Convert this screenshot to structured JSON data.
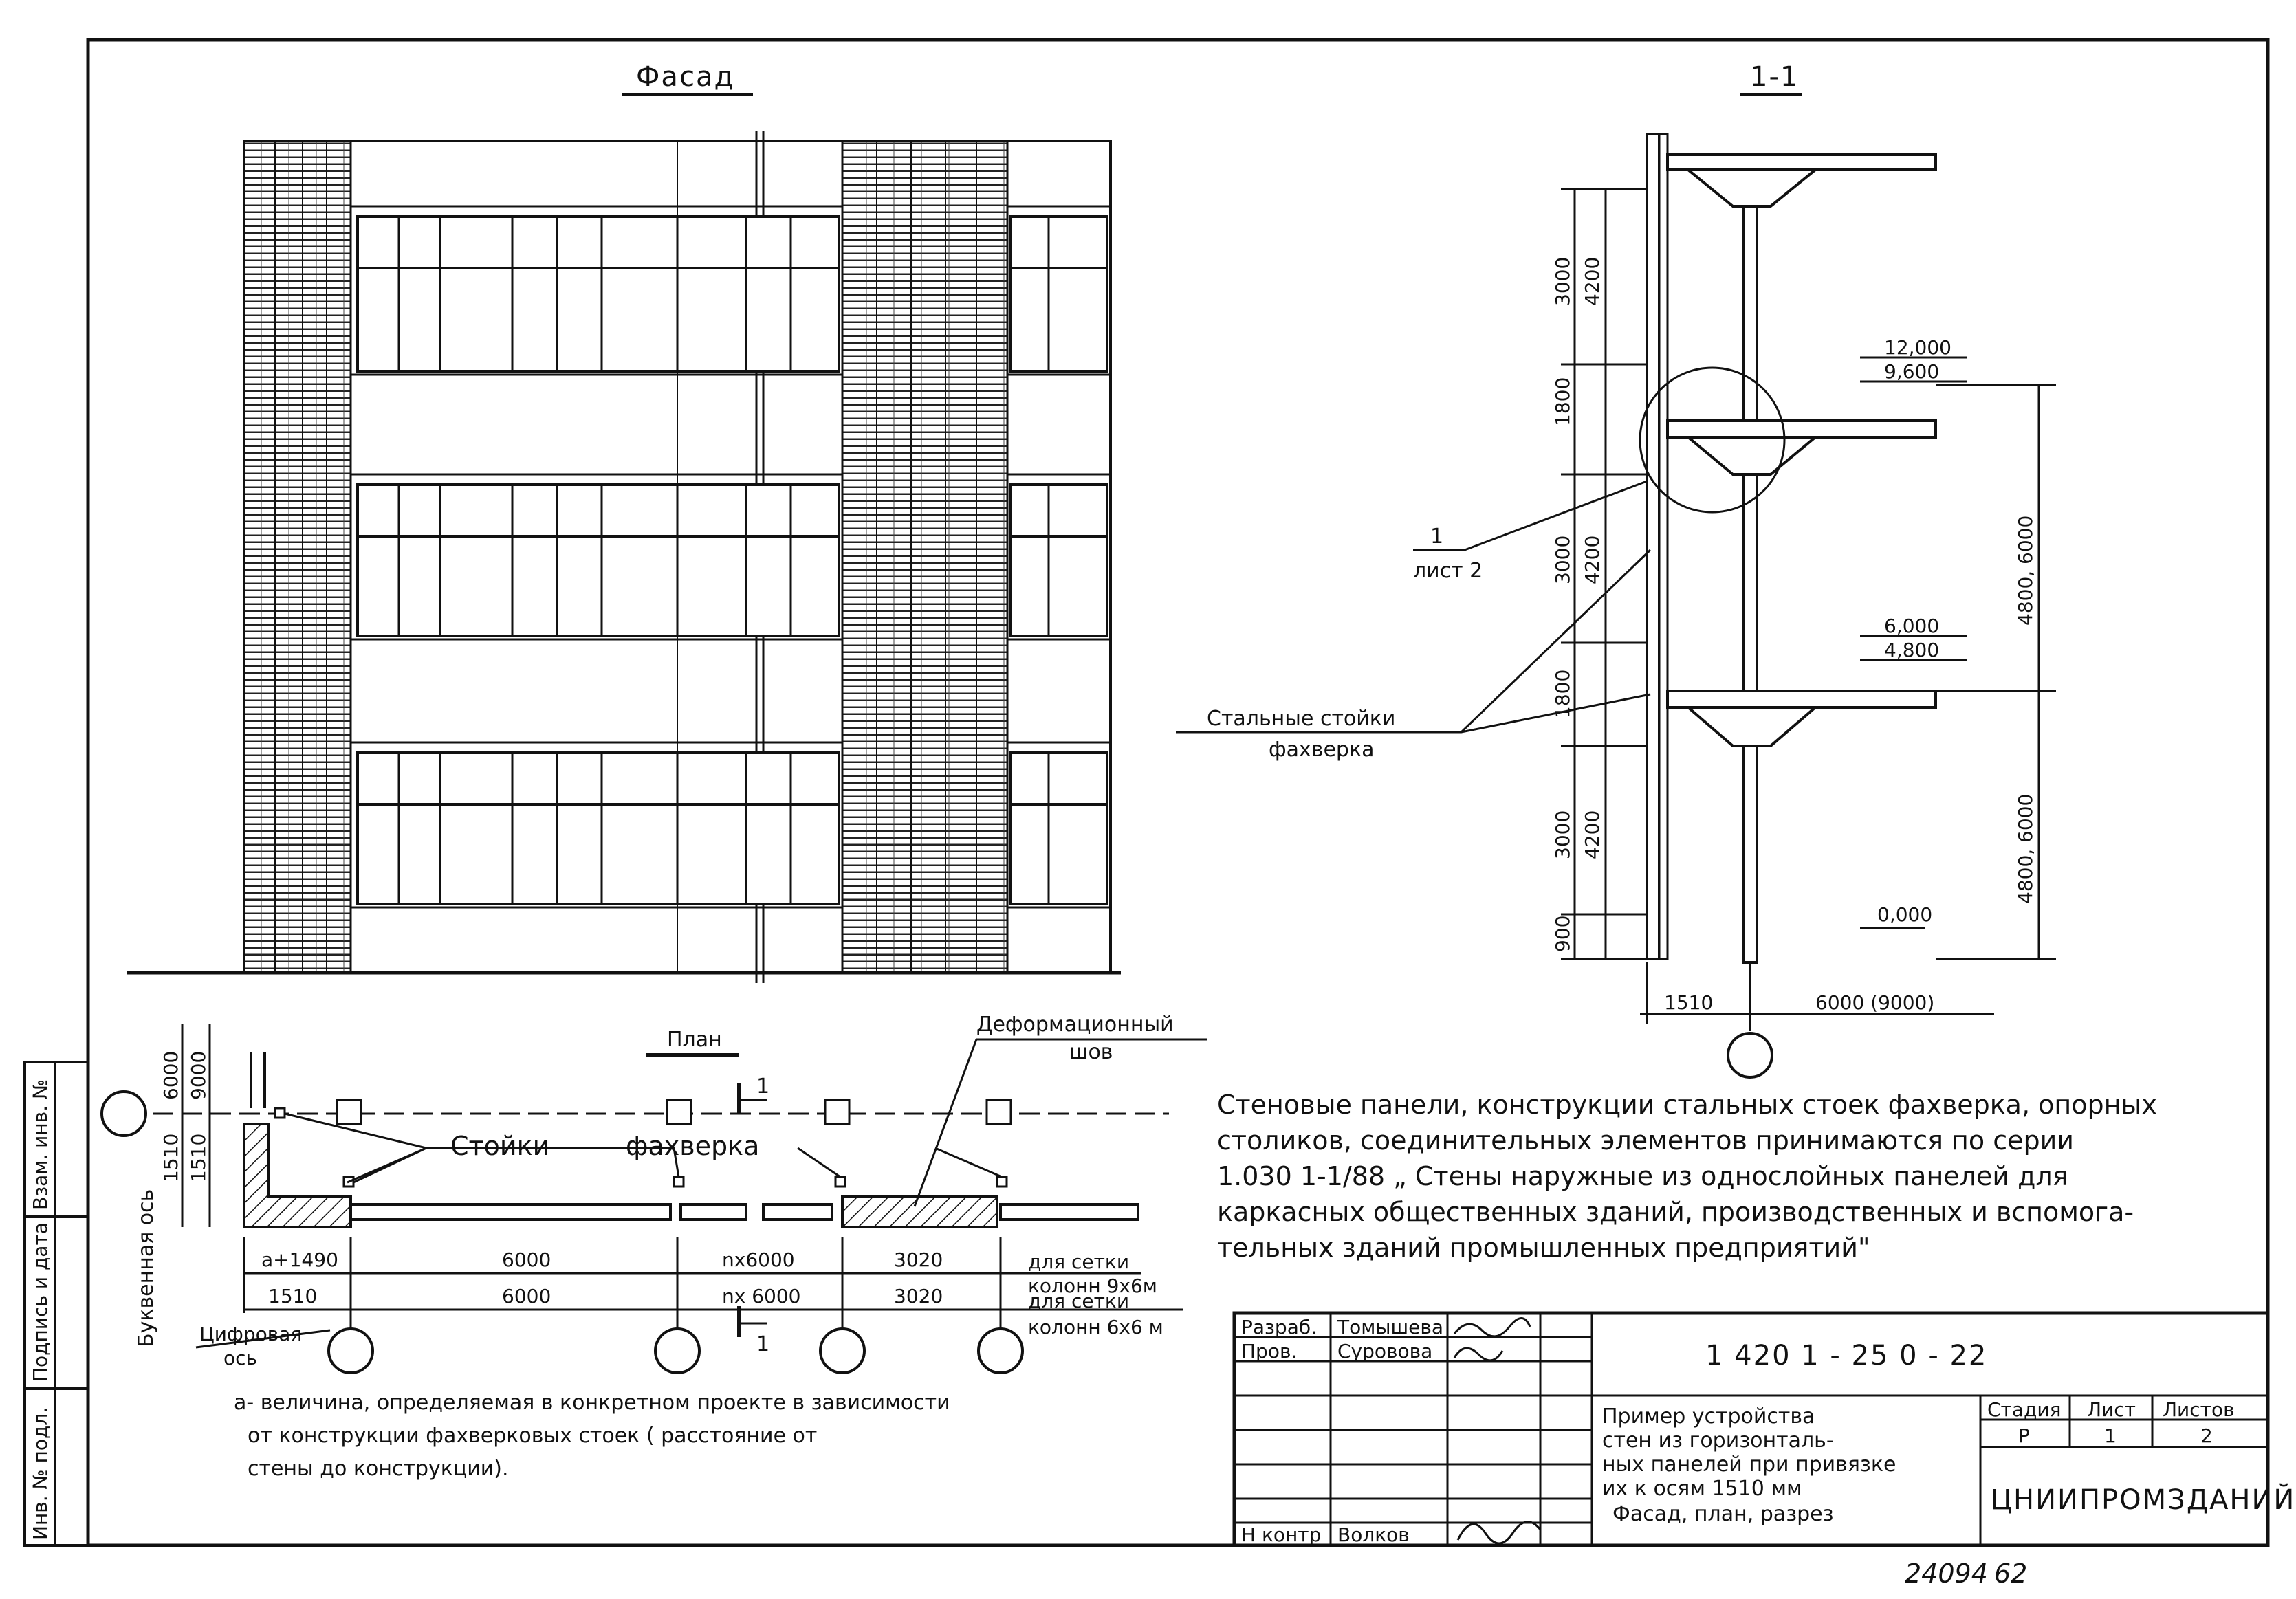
{
  "views": {
    "facade_title": "Фасад",
    "section_title": "1-1",
    "plan_title": "План"
  },
  "section": {
    "dims_left": [
      "3000",
      "4200",
      "1800",
      "3000",
      "4200",
      "1800",
      "3000",
      "4200",
      "900"
    ],
    "level_top_a": "12,000",
    "level_top_b": "9,600",
    "level_mid_a": "6,000",
    "level_mid_b": "4,800",
    "level_zero": "0,000",
    "dims_right": [
      "4800, 6000",
      "4800, 6000"
    ],
    "bottom_dims": [
      "1510",
      "6000 (9000)"
    ],
    "callout_num": "1",
    "callout_sheet": "лист 2",
    "posts_line1": "Стальные стойки",
    "posts_line2": "фахверка"
  },
  "plan": {
    "vert_dims": [
      "6000",
      "9000",
      "1510",
      "1510"
    ],
    "axis_letter_label": "Буквенная ось",
    "axis_digit_line1": "Цифровая",
    "axis_digit_line2": "ось",
    "deform_line1": "Деформационный",
    "deform_line2": "шов",
    "posts_label_a": "Стойки",
    "posts_label_b": "фахверка",
    "cut_mark": "1",
    "row1": [
      "a+1490",
      "6000",
      "nx6000",
      "3020"
    ],
    "row2": [
      "1510",
      "6000",
      "nx 6000",
      "3020"
    ],
    "grid1_line1": "для сетки",
    "grid1_line2": "колонн 9х6м",
    "grid2_line1": "для сетки",
    "grid2_line2": "колонн 6х6 м"
  },
  "notes": {
    "main": [
      "Стеновые панели, конструкции стальных стоек фахверка, опорных",
      "столиков, соединительных элементов принимаются по серии",
      "1.030 1-1/88 „ Стены наружные из однослойных панелей для",
      "каркасных общественных зданий, производственных и вспомога-",
      "тельных зданий промышленных предприятий\""
    ],
    "footnote": [
      "a- величина, определяемая в конкретном проекте в зависимости",
      "от конструкции фахверковых стоек ( расстояние от",
      "стены до конструкции)."
    ]
  },
  "stamp": {
    "roles": [
      "Разраб.",
      "Пров.",
      "",
      "",
      "",
      "",
      "Н контр"
    ],
    "names": [
      "Томышева",
      "Суровова",
      "",
      "",
      "",
      "",
      "Волков"
    ],
    "code": "1 420 1 - 25 0 - 22",
    "title": [
      "Пример устройства",
      "стен из горизонталь-",
      "ных панелей при привязке",
      "их к осям 1510 мм",
      "Фасад, план, разрез"
    ],
    "stage_hdr": "Стадия",
    "sheet_hdr": "Лист",
    "sheets_hdr": "Листов",
    "stage": "Р",
    "sheet": "1",
    "sheets": "2",
    "org": "ЦНИИПРОМЗДАНИЙ"
  },
  "side_stamp": [
    "Взам. инв. №",
    "Подпись и дата",
    "Инв. № подл."
  ],
  "bottom_ref_a": "24094",
  "bottom_ref_b": "62"
}
